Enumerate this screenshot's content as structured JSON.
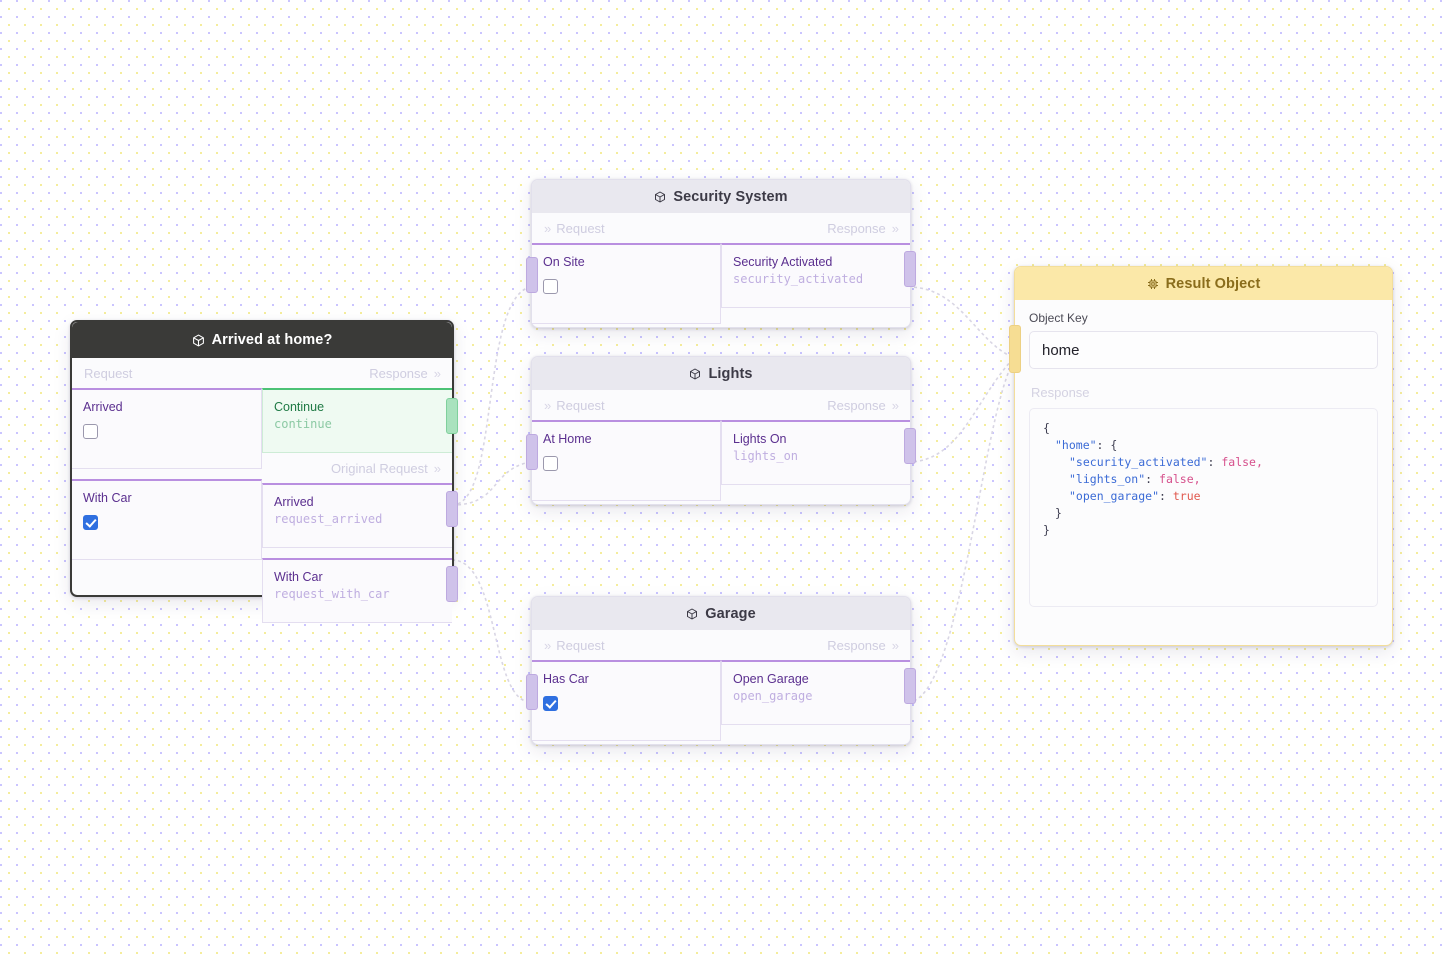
{
  "canvas": {
    "background": "#ffffff",
    "dot_colors": [
      "#968cff",
      "#ebdc3c"
    ]
  },
  "icons": {
    "node": "cube-icon",
    "result": "chip-icon",
    "chevrons": "»"
  },
  "io_labels": {
    "request": "Request",
    "response": "Response",
    "original_request": "Original Request"
  },
  "nodes": [
    {
      "id": "arrived-at-home",
      "title": "Arrived at home?",
      "style": "dark",
      "request": [
        {
          "label": "Arrived",
          "checked": false
        },
        {
          "label": "With Car",
          "checked": true
        }
      ],
      "response": [
        {
          "label": "Continue",
          "code": "continue",
          "accent": "#4cc276"
        }
      ],
      "original_request": [
        {
          "label": "Arrived",
          "code": "request_arrived"
        },
        {
          "label": "With Car",
          "code": "request_with_car"
        }
      ]
    },
    {
      "id": "security-system",
      "title": "Security System",
      "style": "plain",
      "request": [
        {
          "label": "On Site",
          "checked": false
        }
      ],
      "response": [
        {
          "label": "Security Activated",
          "code": "security_activated"
        }
      ]
    },
    {
      "id": "lights",
      "title": "Lights",
      "style": "plain",
      "request": [
        {
          "label": "At Home",
          "checked": false
        }
      ],
      "response": [
        {
          "label": "Lights On",
          "code": "lights_on"
        }
      ]
    },
    {
      "id": "garage",
      "title": "Garage",
      "style": "plain",
      "request": [
        {
          "label": "Has Car",
          "checked": true
        }
      ],
      "response": [
        {
          "label": "Open Garage",
          "code": "open_garage"
        }
      ]
    }
  ],
  "result_object": {
    "title": "Result Object",
    "object_key_label": "Object Key",
    "object_key_value": "home",
    "response_label": "Response",
    "accent": "#fbe8a8",
    "json": {
      "line1": "{",
      "line2_key": "\"home\"",
      "line2_rest": ": {",
      "line3_key": "\"security_activated\"",
      "line3_sep": ": ",
      "line3_val": "false,",
      "line4_key": "\"lights_on\"",
      "line4_sep": ": ",
      "line4_val": "false,",
      "line5_key": "\"open_garage\"",
      "line5_sep": ": ",
      "line5_val": "true",
      "line6": "}",
      "line7": "}"
    }
  }
}
